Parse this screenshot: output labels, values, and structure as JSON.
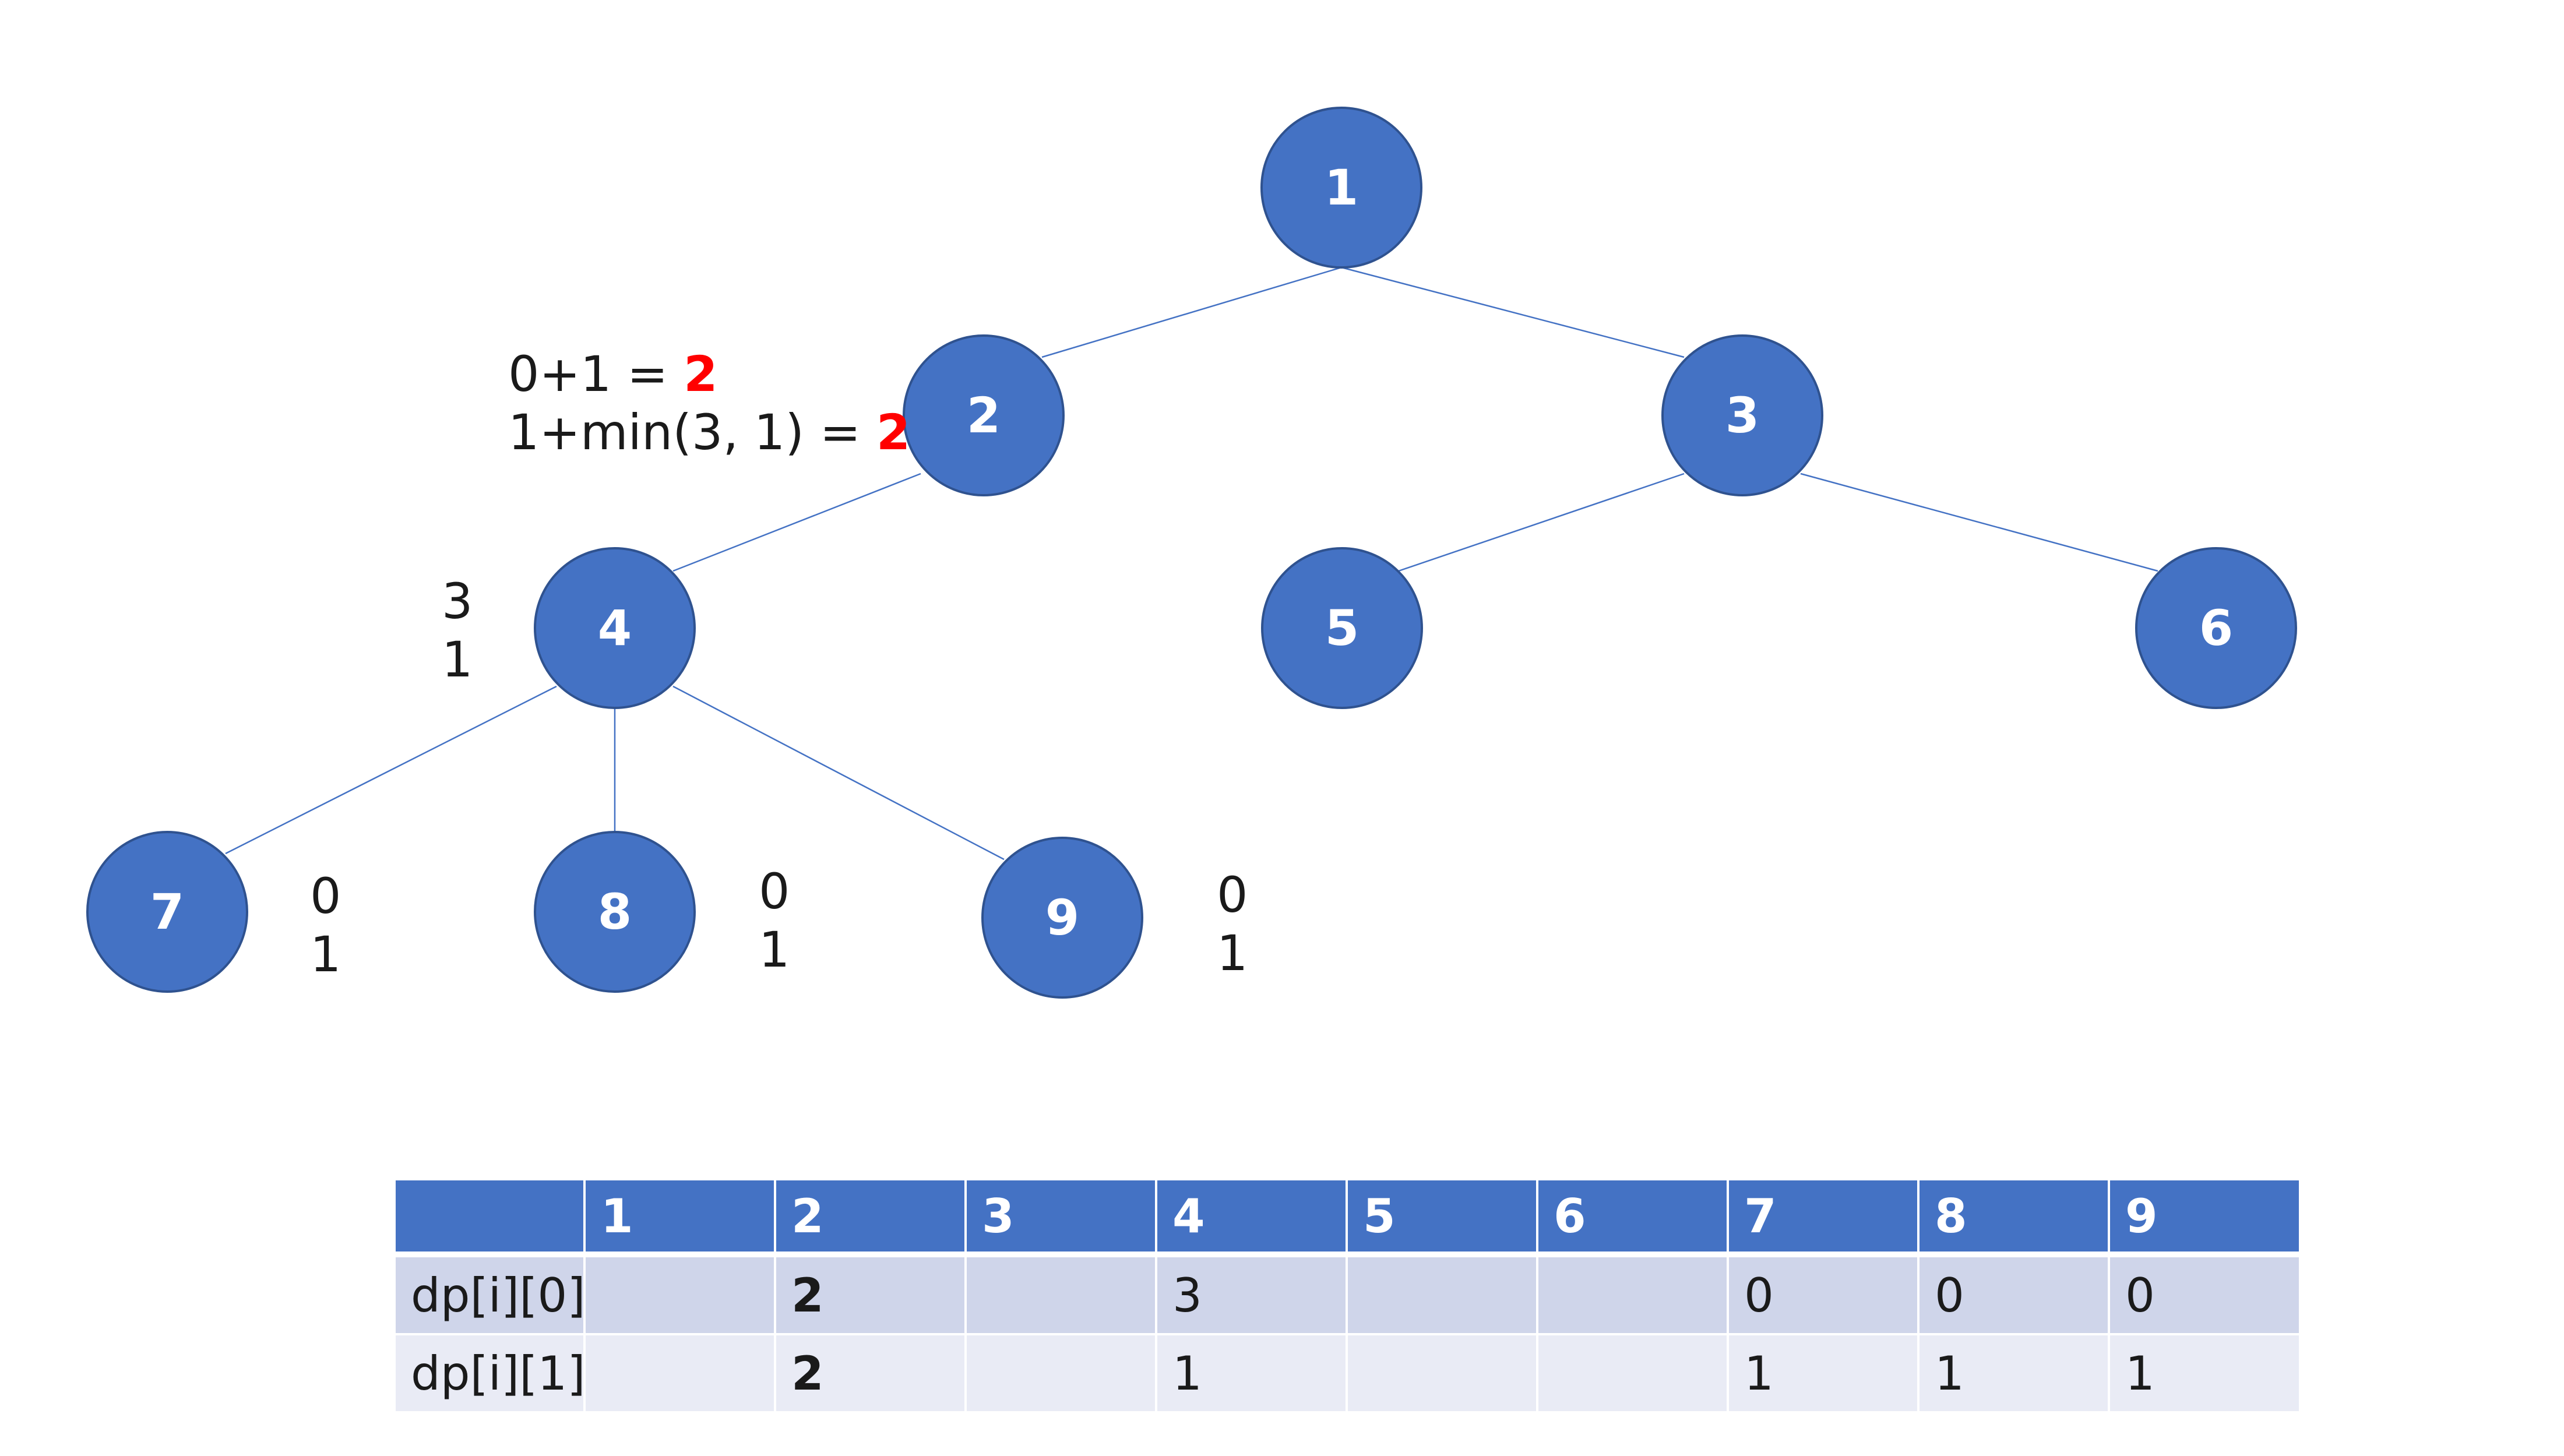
{
  "colors": {
    "node_fill": "#4472c4",
    "node_stroke": "#2f528f",
    "edge": "#4472c4",
    "highlight": "#ff0000",
    "table_header": "#4472c4",
    "table_row1": "#cfd5ea",
    "table_row2": "#e9ebf5"
  },
  "tree": {
    "nodes": [
      {
        "id": "1",
        "label": "1"
      },
      {
        "id": "2",
        "label": "2"
      },
      {
        "id": "3",
        "label": "3"
      },
      {
        "id": "4",
        "label": "4"
      },
      {
        "id": "5",
        "label": "5"
      },
      {
        "id": "6",
        "label": "6"
      },
      {
        "id": "7",
        "label": "7"
      },
      {
        "id": "8",
        "label": "8"
      },
      {
        "id": "9",
        "label": "9"
      }
    ],
    "edges": [
      [
        "1",
        "2"
      ],
      [
        "1",
        "3"
      ],
      [
        "2",
        "4"
      ],
      [
        "3",
        "5"
      ],
      [
        "3",
        "6"
      ],
      [
        "4",
        "7"
      ],
      [
        "4",
        "8"
      ],
      [
        "4",
        "9"
      ]
    ]
  },
  "annotations": {
    "node2": {
      "line1_expr": "0+1  =",
      "line1_result": "2",
      "line2_expr": "1+min(3,  1)  =",
      "line2_result": "2"
    },
    "node4": {
      "dp0": "3",
      "dp1": "1"
    },
    "node7": {
      "dp0": "0",
      "dp1": "1"
    },
    "node8": {
      "dp0": "0",
      "dp1": "1"
    },
    "node9": {
      "dp0": "0",
      "dp1": "1"
    }
  },
  "table": {
    "corner": "",
    "columns": [
      "1",
      "2",
      "3",
      "4",
      "5",
      "6",
      "7",
      "8",
      "9"
    ],
    "rows": [
      {
        "label": "dp[i][0]",
        "cells": [
          "",
          "2",
          "",
          "3",
          "",
          "",
          "0",
          "0",
          "0"
        ]
      },
      {
        "label": "dp[i][1]",
        "cells": [
          "",
          "2",
          "",
          "1",
          "",
          "",
          "1",
          "1",
          "1"
        ]
      }
    ],
    "highlight_column": "2"
  }
}
